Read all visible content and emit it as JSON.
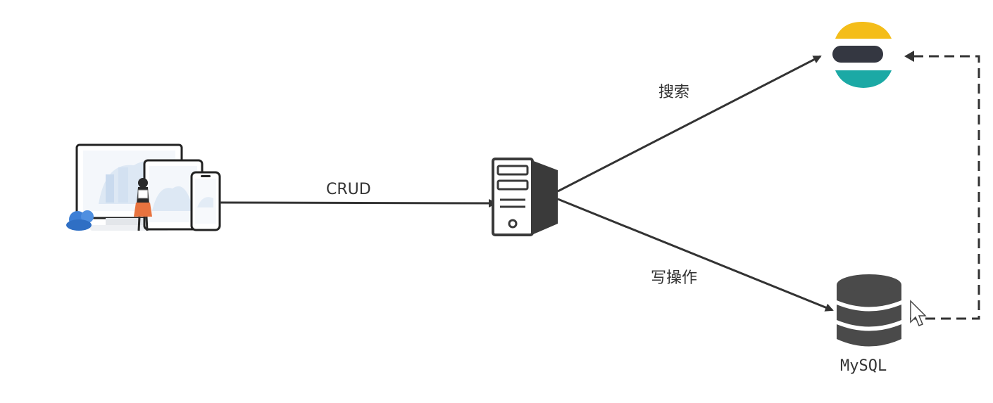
{
  "edges": {
    "crud_label": "CRUD",
    "search_label": "搜索",
    "write_label": "写操作"
  },
  "nodes": {
    "database_label": "MySQL"
  },
  "colors": {
    "line": "#333333",
    "server_dark": "#3a3a3a",
    "es_yellow": "#f4bd19",
    "es_dark": "#343741",
    "es_teal": "#1ba9a5",
    "db_dark": "#4a4a4a",
    "person_orange": "#e8733f",
    "cloud_blue": "#3d7fd6"
  },
  "icons": {
    "client": "devices-icon",
    "server": "server-icon",
    "search_engine": "elasticsearch-icon",
    "database": "database-icon",
    "cursor": "mouse-cursor-icon"
  }
}
